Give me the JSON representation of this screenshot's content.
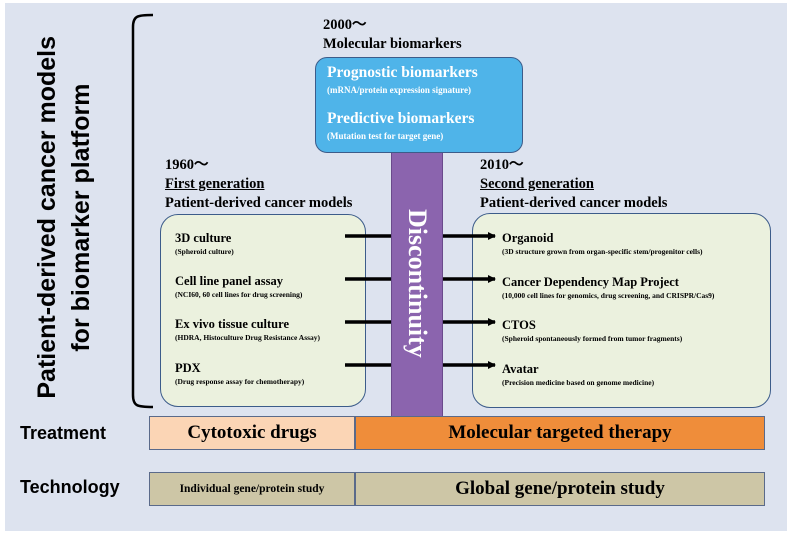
{
  "side_label": {
    "line1": "Patient-derived cancer models",
    "line2": "for biomarker platform"
  },
  "molecular": {
    "year": "2000～",
    "title": "Molecular biomarkers",
    "prognostic_title": "Prognostic biomarkers",
    "prognostic_sub": "(mRNA/protein  expression  signature)",
    "predictive_title": "Predictive biomarkers",
    "predictive_sub": "(Mutation  test for target gene)"
  },
  "first_gen": {
    "year": "1960～",
    "title": "First generation",
    "subtitle": "Patient-derived cancer models",
    "items": [
      {
        "title": "3D culture",
        "sub": "(Spheroid culture)"
      },
      {
        "title": "Cell line panel assay",
        "sub": "(NCI60, 60 cell lines for drug screening)"
      },
      {
        "title": "Ex vivo tissue culture",
        "sub": "(HDRA, Histoculture Drug Resistance Assay)"
      },
      {
        "title": "PDX",
        "sub": "(Drug response assay for chemotherapy)"
      }
    ]
  },
  "second_gen": {
    "year": "2010～",
    "title": "Second generation",
    "subtitle": "Patient-derived cancer models",
    "items": [
      {
        "title": "Organoid",
        "sub": "(3D structure grown from organ-specific stem/progenitor cells)"
      },
      {
        "title": "Cancer Dependency Map Project",
        "sub": "(10,000 cell lines for genomics, drug screening, and CRISPR/Cas9)"
      },
      {
        "title": "CTOS",
        "sub": "(Spheroid spontaneously formed from tumor fragments)"
      },
      {
        "title": "Avatar",
        "sub": "(Precision medicine based on genome medicine)"
      }
    ]
  },
  "discontinuity": "Discontinuity",
  "treatment": {
    "label": "Treatment",
    "left": "Cytotoxic drugs",
    "right": "Molecular targeted therapy"
  },
  "technology": {
    "label": "Technology",
    "left": "Individual gene/protein study",
    "right": "Global gene/protein study"
  },
  "colors": {
    "background": "#dde3ef",
    "model_box": "#ebf1de",
    "biomarker_box": "#4fb4e9",
    "pillar": "#8b64ae",
    "cytotoxic": "#fbd5b5",
    "targeted": "#ef8d3a",
    "tech": "#cdc6a6"
  }
}
